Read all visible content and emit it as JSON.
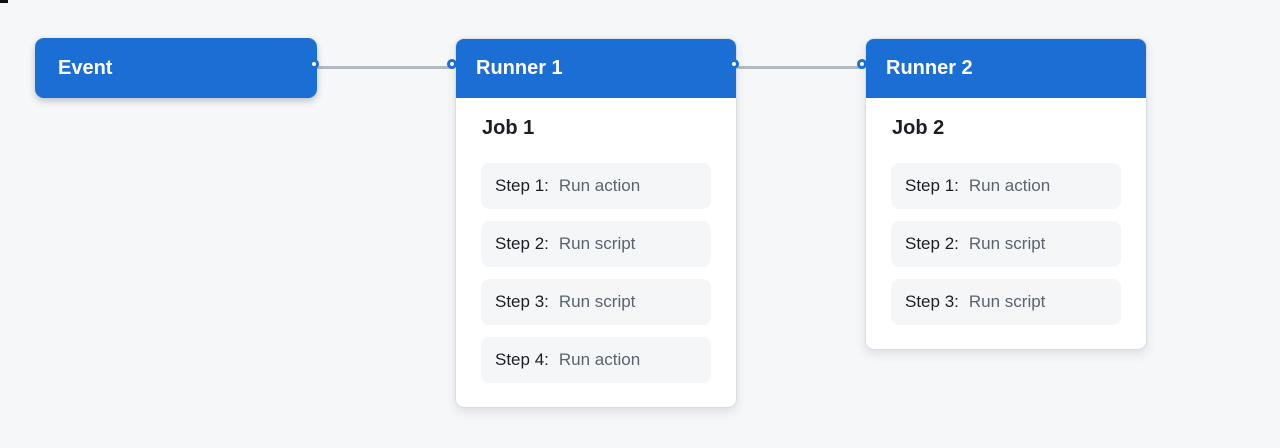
{
  "colors": {
    "accent_blue": "#1b6ed3",
    "page_bg": "#f6f7f9",
    "card_bg": "#ffffff",
    "card_border": "#d8dde3",
    "step_bg": "#f4f6f8",
    "connector_gray": "#b3b9c0",
    "text_dark": "#1b1f24",
    "text_gray": "#5b636d",
    "text_on_accent": "#ffffff"
  },
  "event": {
    "label": "Event"
  },
  "runner1": {
    "title": "Runner 1",
    "job_title": "Job 1",
    "steps": [
      {
        "label": "Step 1:",
        "action": "Run action"
      },
      {
        "label": "Step 2:",
        "action": "Run script"
      },
      {
        "label": "Step 3:",
        "action": "Run script"
      },
      {
        "label": "Step 4:",
        "action": "Run action"
      }
    ]
  },
  "runner2": {
    "title": "Runner 2",
    "job_title": "Job 2",
    "steps": [
      {
        "label": "Step 1:",
        "action": "Run action"
      },
      {
        "label": "Step 2:",
        "action": "Run script"
      },
      {
        "label": "Step 3:",
        "action": "Run script"
      }
    ]
  }
}
